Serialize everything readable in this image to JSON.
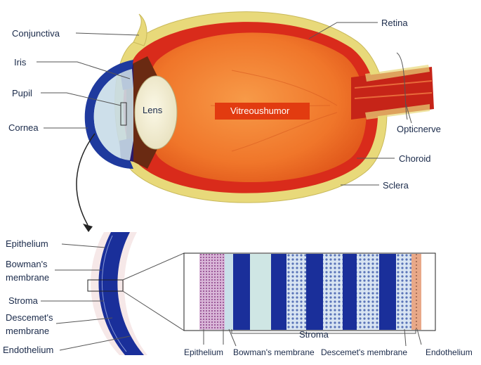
{
  "labels": {
    "conjunctiva": "Conjunctiva",
    "iris": "Iris",
    "pupil": "Pupil",
    "cornea": "Cornea",
    "lens": "Lens",
    "vitreous": "Vitreoushumor",
    "retina": "Retina",
    "optic_nerve": "Opticnerve",
    "choroid": "Choroid",
    "sclera": "Sclera",
    "epithelium": "Epithelium",
    "bowmans_1": "Bowman's",
    "bowmans_2": "membrane",
    "stroma": "Stroma",
    "descemets_1": "Descemet's",
    "descemets_2": "membrane",
    "endothelium": "Endothelium",
    "bottom_stroma": "Stroma",
    "bottom_epithelium": "Epithelium",
    "bottom_bowmans": "Bowman's membrane",
    "bottom_descemets": "Descemet's membrane",
    "bottom_endothelium": "Endothelium"
  },
  "colors": {
    "sclera": "#e8d97a",
    "vitreous": "#f07a2a",
    "retina_red": "#d92b1b",
    "cornea_blue": "#1f3a9e",
    "stroma_blue": "#1a2f9a",
    "label_box": "#e23b10"
  }
}
